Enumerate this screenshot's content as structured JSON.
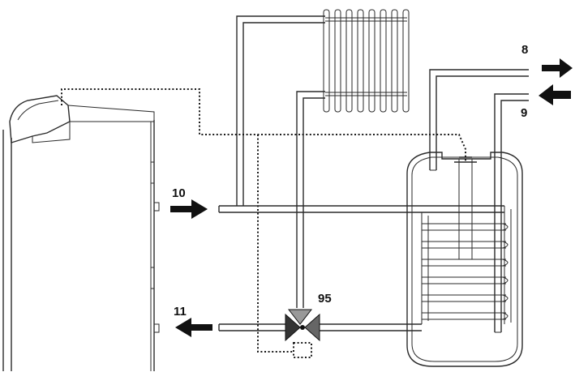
{
  "labels": {
    "hot_water_out": "8",
    "cold_water_in": "9",
    "heating_flow": "10",
    "heating_return": "11",
    "diverter_valve": "95"
  }
}
